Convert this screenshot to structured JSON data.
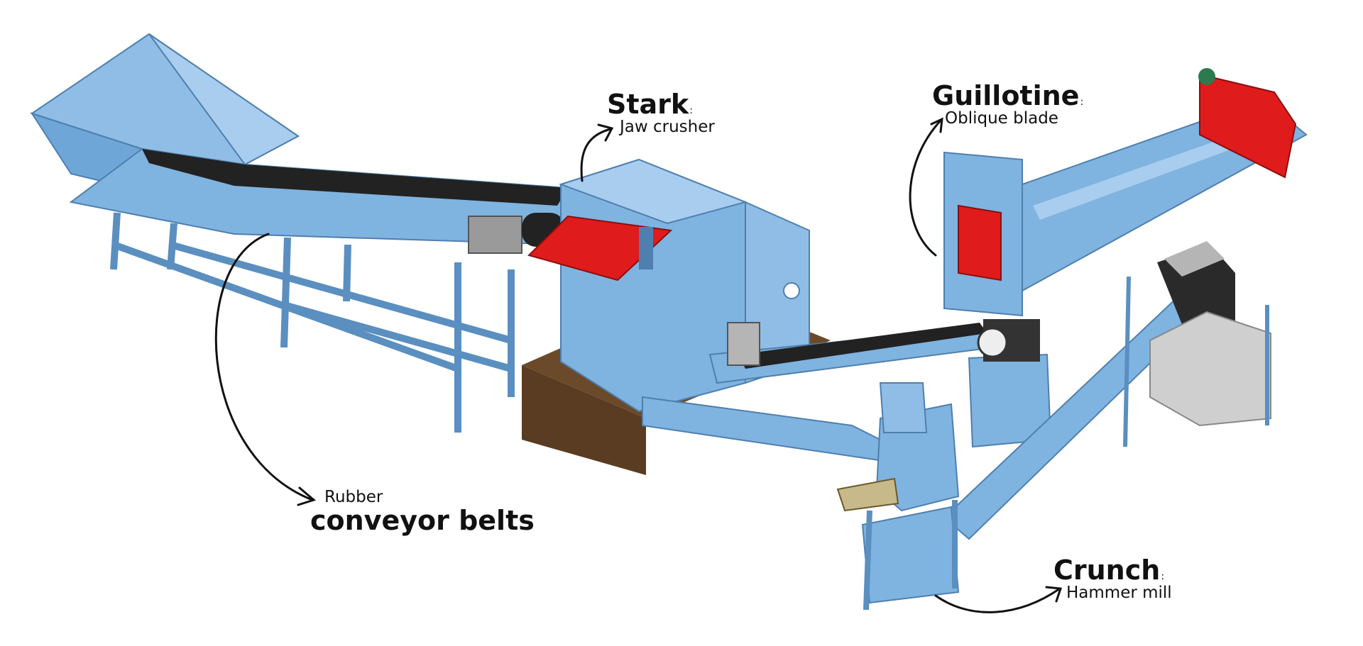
{
  "labels": {
    "stark": {
      "title": "Stark",
      "colon": ":",
      "subtitle": "Jaw crusher"
    },
    "guillotine": {
      "title": "Guillotine",
      "colon": ":",
      "subtitle": "Oblique blade"
    },
    "crunch": {
      "title": "Crunch",
      "colon": ":",
      "subtitle": "Hammer mill"
    },
    "conveyor": {
      "prefix": "Rubber",
      "title": "conveyor belts"
    }
  },
  "colors": {
    "machine_blue": "#7fb3e0",
    "machine_blue_dark": "#5a8fc0",
    "machine_blue_light": "#a8cdee",
    "belt_black": "#222222",
    "red_part": "#e01b1b",
    "brown_base": "#6b4a2b",
    "grey_bag": "#cfcfcf",
    "arrow": "#111111"
  }
}
